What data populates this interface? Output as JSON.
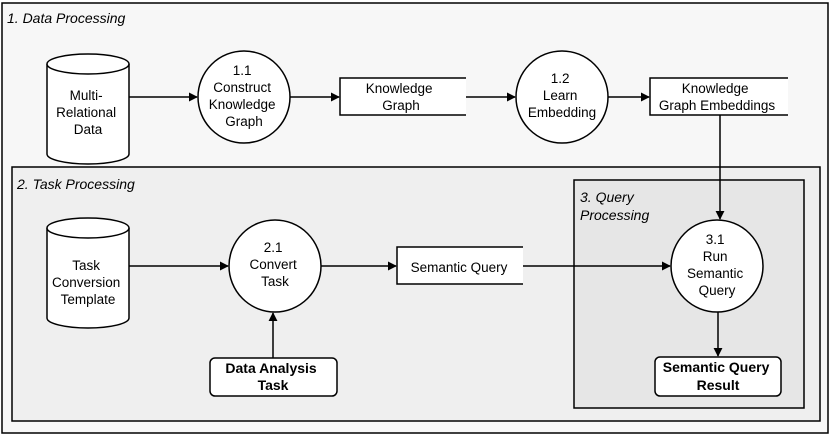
{
  "sections": {
    "data_processing": "1. Data Processing",
    "task_processing": "2. Task Processing",
    "query_processing": [
      "3. Query",
      "Processing"
    ]
  },
  "stores": {
    "multi_relational": [
      "Multi-",
      "Relational",
      "Data"
    ],
    "task_template": [
      "Task",
      "Conversion",
      "Template"
    ]
  },
  "processes": {
    "construct_kg": [
      "1.1",
      "Construct",
      "Knowledge",
      "Graph"
    ],
    "learn_embedding": [
      "1.2",
      "Learn",
      "Embedding"
    ],
    "convert_task": [
      "2.1",
      "Convert",
      "Task"
    ],
    "run_query": [
      "3.1",
      "Run",
      "Semantic",
      "Query"
    ]
  },
  "data_outputs": {
    "knowledge_graph": [
      "Knowledge",
      "Graph"
    ],
    "kg_embeddings": [
      "Knowledge",
      "Graph Embeddings"
    ],
    "semantic_query": [
      "Semantic Query"
    ]
  },
  "terminals": {
    "data_analysis_task": [
      "Data Analysis",
      "Task"
    ],
    "semantic_query_result": [
      "Semantic Query",
      "Result"
    ]
  },
  "colors": {
    "outer_bg": "#f7f7f7",
    "task_bg": "#efefef",
    "query_bg": "#e6e6e6",
    "stroke": "#000000"
  }
}
